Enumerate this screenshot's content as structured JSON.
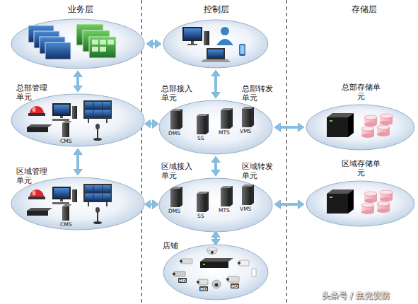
{
  "diagram": {
    "nodes": [
      {
        "text": []
      },
      {
        "text": []
      },
      {
        "text": [
          "总部管理单元",
          "CMS"
        ]
      },
      {
        "text": [
          "总部接入单元",
          "总部转发单元",
          "DMS",
          "SS",
          "MTS",
          "VMS"
        ]
      },
      {
        "text": [
          "总部存储单元"
        ]
      },
      {
        "text": [
          "区域管理单元",
          "CMS"
        ]
      },
      {
        "text": [
          "区域接入单元",
          "区域转发单元",
          "DMS",
          "SS",
          "MTS",
          "VMS"
        ]
      },
      {
        "text": [
          "区域存储单元"
        ]
      },
      {
        "text": [
          "店铺",
          "HD",
          "HD",
          "HD"
        ]
      }
    ],
    "edges": [
      {
        "from": 0,
        "to": 1,
        "arrow": "both"
      },
      {
        "from": 0,
        "to": 2,
        "arrow": "both"
      },
      {
        "from": 1,
        "to": 3,
        "arrow": "both"
      },
      {
        "from": 2,
        "to": 3,
        "arrow": "both"
      },
      {
        "from": 3,
        "to": 4,
        "arrow": "both"
      },
      {
        "from": 2,
        "to": 5,
        "arrow": "both"
      },
      {
        "from": 3,
        "to": 6,
        "arrow": "both"
      },
      {
        "from": 5,
        "to": 6,
        "arrow": "both"
      },
      {
        "from": 6,
        "to": 7,
        "arrow": "both"
      },
      {
        "from": 6,
        "to": 8,
        "arrow": "both"
      }
    ],
    "labels": [
      "业务层",
      "控制层",
      "存储层",
      "头条号 / 集光安防"
    ]
  }
}
